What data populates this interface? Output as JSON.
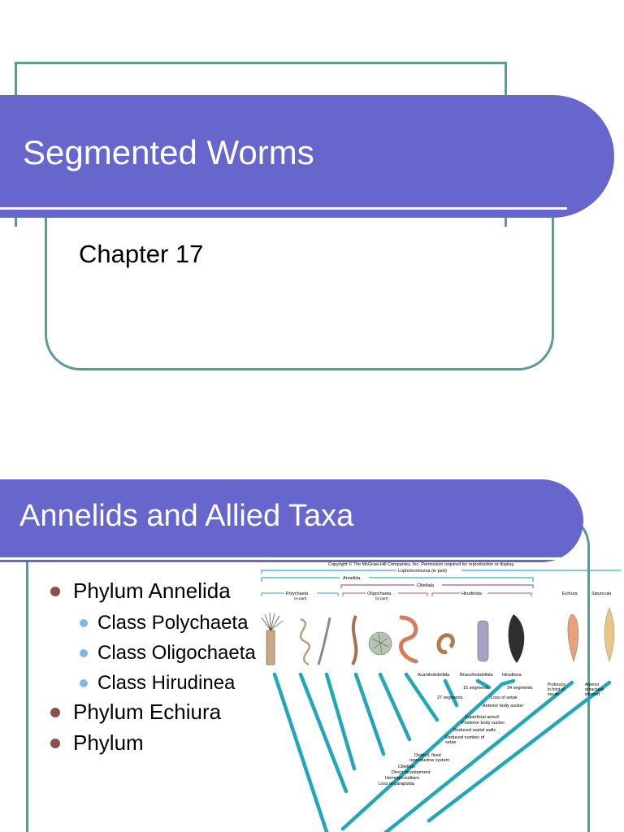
{
  "slide1": {
    "title": "Segmented Worms",
    "subtitle": "Chapter 17"
  },
  "slide2": {
    "title": "Annelids and Allied Taxa",
    "bullets": [
      {
        "text": "Phylum Annelida",
        "children": [
          "Class Polychaeta",
          "Class Oligochaeta",
          "Class Hirudinea"
        ]
      },
      {
        "text": "Phylum Echiura"
      },
      {
        "text": "Phylum"
      }
    ],
    "figure": {
      "copyright": "Copyright © The McGraw-Hill Companies, Inc. Permission required for reproduction or display.",
      "groups": {
        "lophotrochozoa": "Lophotrochozoa (in part)",
        "annelida": "Annelida",
        "clitellata": "Clitellata"
      },
      "taxa": {
        "polychaeta": "Polychaeta",
        "polychaeta_note": "(in part)",
        "oligochaeta": "Oligochaeta",
        "oligochaeta_note": "(in part)",
        "hirudinida": "Hirudinida",
        "echiura": "Echiura",
        "sipuncula": "Sipuncula",
        "acanthobdellida": "Acanthobdellida",
        "branchiobdellida": "Branchiobdellida",
        "hirudinea": "Hirudinea"
      },
      "traits": {
        "seg15": "15 segments",
        "seg34": "34 segments",
        "seg27": "27 segments",
        "loss_setae": "Loss of setae",
        "anterior_sucker": "Anterior body sucker",
        "superficial_annuli": "Superficial annuli",
        "posterior_sucker": "Posterior body sucker",
        "reduced_septal": "Reduced septal walls",
        "reduced_setae_1": "Reduced number of",
        "reduced_setae_2": "setae",
        "distinct_1": "Distinct, fixed",
        "distinct_2": "reproductive system",
        "clitellum": "Clitellum",
        "direct_dev": "Direct development",
        "hermaphroditism": "Hermaphroditism",
        "loss_parapodia": "Loss of parapodia",
        "proboscis_1": "Proboscis",
        "proboscis_2": "in front of",
        "proboscis_3": "mouth",
        "anterior_1": "Anterior",
        "anterior_2": "retractable",
        "anterior_3": "introvert"
      }
    }
  }
}
